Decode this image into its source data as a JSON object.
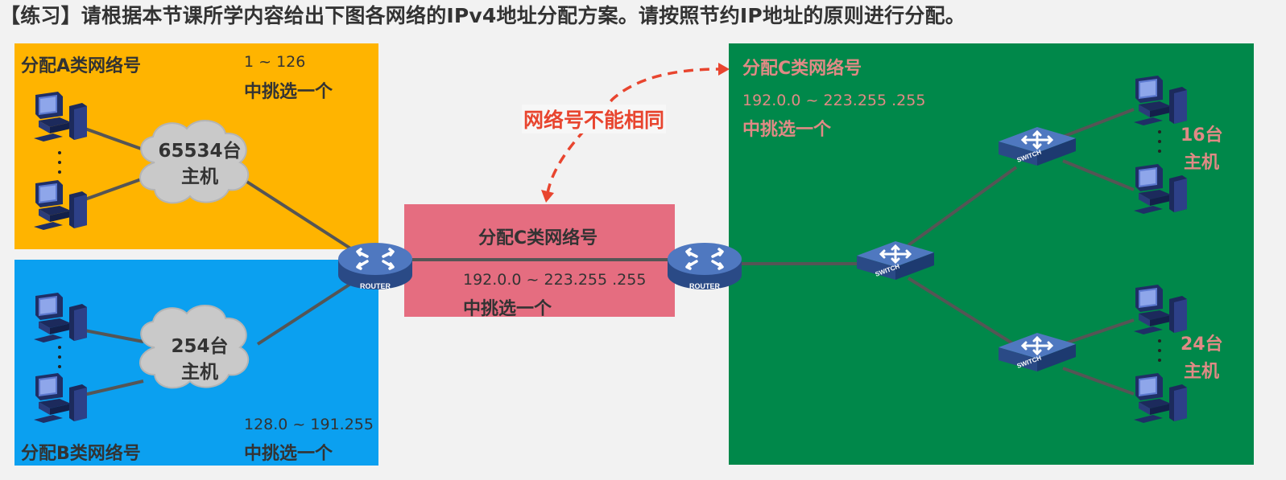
{
  "title": "【练习】请根据本节课所学内容给出下图各网络的IPv4地址分配方案。请按照节约IP地址的原则进行分配。",
  "network_a": {
    "label": "分配A类网络号",
    "range": "1 ~ 126",
    "pick": "中挑选一个",
    "cloud_line1": "65534台",
    "cloud_line2": "主机"
  },
  "network_b": {
    "label": "分配B类网络号",
    "range": "128.0 ~ 191.255",
    "pick": "中挑选一个",
    "cloud_line1": "254台",
    "cloud_line2": "主机"
  },
  "link_network": {
    "label": "分配C类网络号",
    "range": "192.0.0 ~ 223.255 .255",
    "pick": "中挑选一个"
  },
  "network_c": {
    "label": "分配C类网络号",
    "range": "192.0.0 ~ 223.255 .255",
    "pick": "中挑选一个",
    "hosts_top_1": "16台",
    "hosts_top_2": "主机",
    "hosts_bottom_1": "24台",
    "hosts_bottom_2": "主机"
  },
  "note": "网络号不能相同",
  "router_label": "ROUTER",
  "switch_label": "SWITCH",
  "colors": {
    "region_a": "#ffb400",
    "region_b": "#0ba0f0",
    "region_link": "#e56d80",
    "region_c": "#00884a",
    "note": "#e8452f"
  }
}
